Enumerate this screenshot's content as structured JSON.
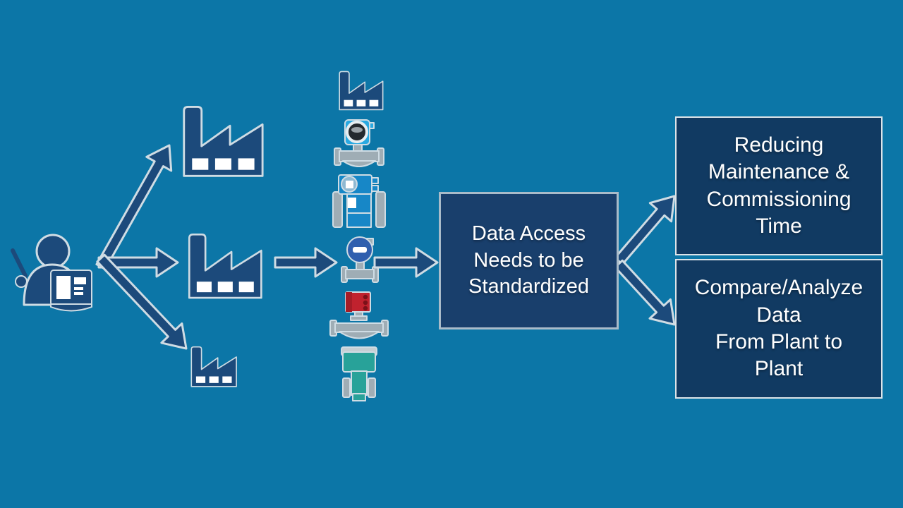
{
  "slide": {
    "background_color": "#0C76A7",
    "icon_navy": "#1C4A7B",
    "icon_outline": "#CFDCE4",
    "pipe_gray": "#9FADB5",
    "device_colors": {
      "coriolis_blue": "#29A9E1",
      "magmeter_blue": "#1787C7",
      "vortex_blue": "#2F5FAE",
      "coriolis_red": "#C0222E",
      "thermal_teal": "#28A299"
    },
    "center_box": {
      "label": "Data Access\nNeeds to be\nStandardized",
      "fill": "#193F6C",
      "border": "#A9BBC9"
    },
    "outcome_boxes": [
      {
        "label": "Reducing\nMaintenance &\nCommissioning\nTime",
        "fill": "#113A62",
        "border": "#DCE3E8"
      },
      {
        "label": "Compare/Analyze\nData\nFrom Plant to\nPlant",
        "fill": "#113A62",
        "border": "#DCE3E8"
      }
    ],
    "icons": [
      {
        "name": "operator-with-tablet-icon"
      },
      {
        "name": "factory-icon-large"
      },
      {
        "name": "factory-icon-medium"
      },
      {
        "name": "factory-icon-small"
      },
      {
        "name": "factory-icon-column"
      },
      {
        "name": "coriolis-flow-meter-icon"
      },
      {
        "name": "electromagnetic-flow-meter-icon"
      },
      {
        "name": "vortex-flow-meter-icon"
      },
      {
        "name": "red-coriolis-flow-meter-icon"
      },
      {
        "name": "thermal-flow-meter-icon"
      },
      {
        "name": "flow-arrow"
      }
    ]
  }
}
